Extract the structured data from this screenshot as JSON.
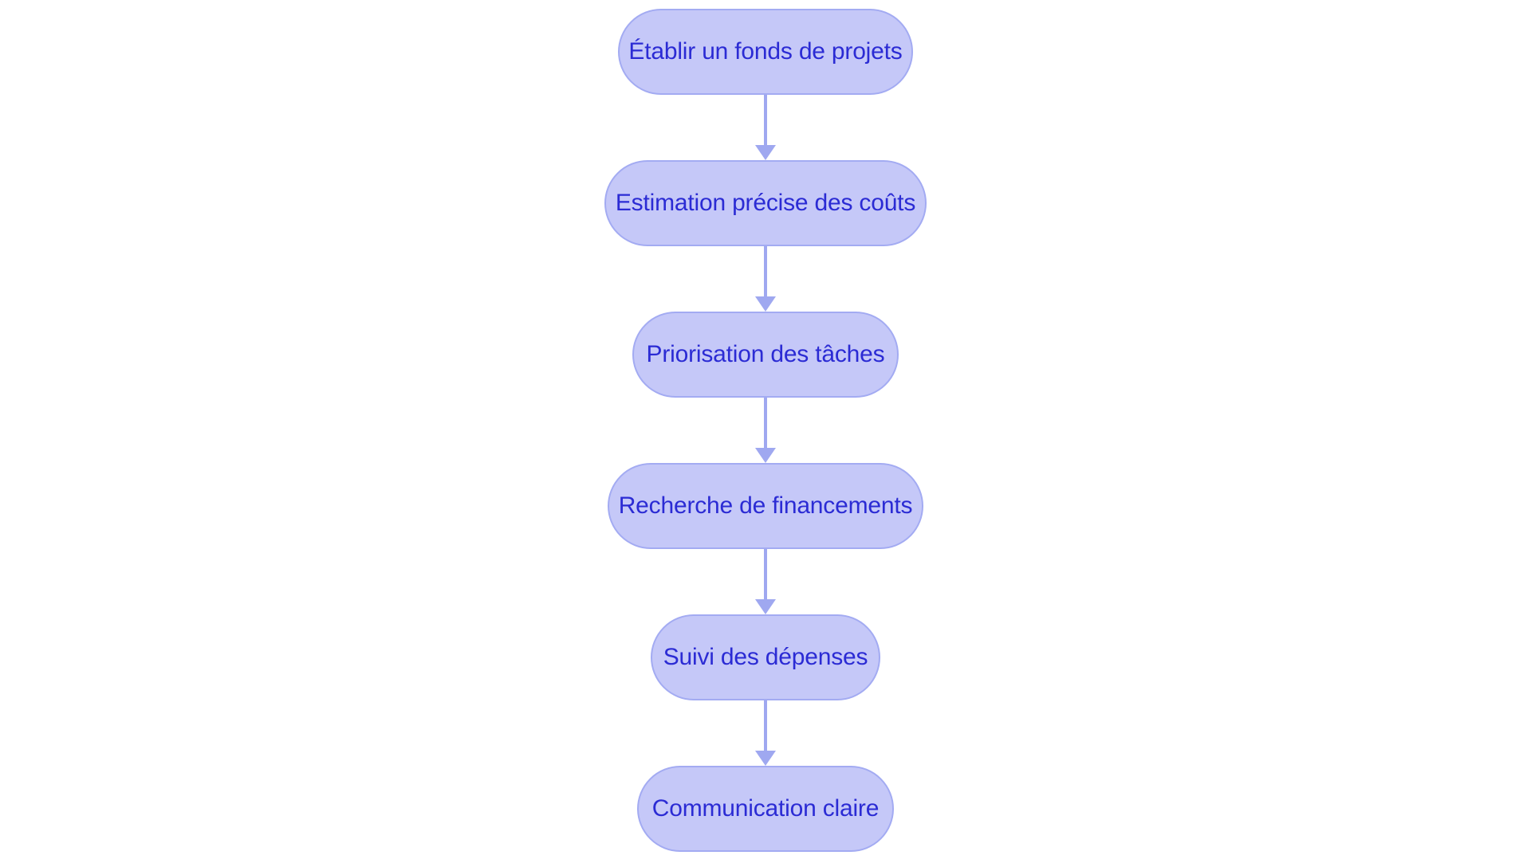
{
  "diagram": {
    "type": "flowchart",
    "orientation": "top-to-bottom",
    "background_color": "#ffffff",
    "node_fill_color": "#c5c8f8",
    "node_border_color": "#a3abf2",
    "node_text_color": "#2b2bd4",
    "connector_color": "#9fa8f0",
    "node_shape": "stadium",
    "nodes": [
      {
        "id": "n1",
        "label": "Établir un fonds de projets"
      },
      {
        "id": "n2",
        "label": "Estimation précise des coûts"
      },
      {
        "id": "n3",
        "label": "Priorisation des tâches"
      },
      {
        "id": "n4",
        "label": "Recherche de financements"
      },
      {
        "id": "n5",
        "label": "Suivi des dépenses"
      },
      {
        "id": "n6",
        "label": "Communication claire"
      }
    ],
    "edges": [
      {
        "from": "n1",
        "to": "n2",
        "label": ""
      },
      {
        "from": "n2",
        "to": "n3",
        "label": ""
      },
      {
        "from": "n3",
        "to": "n4",
        "label": ""
      },
      {
        "from": "n4",
        "to": "n5",
        "label": ""
      },
      {
        "from": "n5",
        "to": "n6",
        "label": ""
      }
    ]
  }
}
